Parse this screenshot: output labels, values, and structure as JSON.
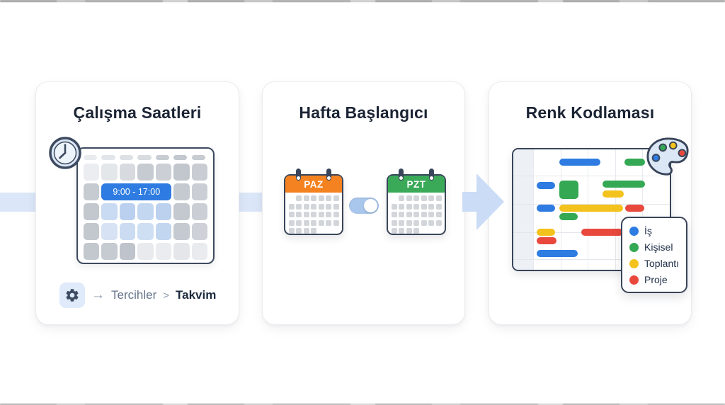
{
  "flow": {
    "band_color": "#dbe7f8",
    "arrow_color": "#cbdcf6"
  },
  "cards": [
    {
      "title": "Çalışma Saatleri",
      "calendar": {
        "event_label": "9:00 - 17:00",
        "event_color": "#2e7ce1",
        "header_pills": [
          "#e9ebee",
          "#e2e5e9",
          "#dde0e4",
          "#d8dbe0",
          "#c8ccd3",
          "#c3c7ce",
          "#c7cbd2"
        ],
        "rows": [
          [
            "#ebedf0",
            "#e4e7ea",
            "#d7dade",
            "#c6cad1",
            "#ccd0d6",
            "#c2c6cd",
            "#c9cdd3"
          ],
          [
            "#c6cad1",
            "EVENT",
            "#c5c9d0",
            "#cbcfd5"
          ],
          [
            "#c3c7ce",
            "#c9dbf2",
            "#bad0ee",
            "#c4d7f0",
            "#bcd1ed",
            "#c4c8cf",
            "#cbced4"
          ],
          [
            "#c3c7ce",
            "#d7e3f5",
            "#cbdcf2",
            "#cfdff3",
            "#c2d6ef",
            "#c5c9d0",
            "#ced1d7"
          ],
          [
            "#c3c7ce",
            "#c6cad1",
            "#bfc3cb",
            "#e8eaed",
            "#eaecef",
            "#e4e6ea",
            "#e9ebee"
          ]
        ]
      },
      "breadcrumb": {
        "arrow": "→",
        "step1": "Tercihler",
        "separator": ">",
        "step2": "Takvim"
      }
    },
    {
      "title": "Hafta Başlangıcı",
      "calendars": [
        {
          "label": "PAZ",
          "header_color": "#f58220",
          "dot_rows": [
            "0111111",
            "1111111",
            "1111111",
            "1111111",
            "1111000"
          ]
        },
        {
          "label": "PZT",
          "header_color": "#3aaa58",
          "dot_rows": [
            "0111111",
            "1111111",
            "1111111",
            "1111111",
            "1111000"
          ]
        }
      ],
      "toggle": {
        "state": "on",
        "track_color": "#a9c7ec",
        "knob_color": "#ffffff"
      }
    },
    {
      "title": "Renk Kodlaması",
      "palette_colors": [
        "#2e7ce1",
        "#34a853",
        "#f3c21c",
        "#e9483d"
      ],
      "legend": [
        {
          "label": "İş",
          "color": "#2e7ce1"
        },
        {
          "label": "Kişisel",
          "color": "#34a853"
        },
        {
          "label": "Toplantı",
          "color": "#f3c21c"
        },
        {
          "label": "Proje",
          "color": "#e9483d"
        }
      ],
      "events": [
        {
          "t": 13,
          "l": 65,
          "w": 58,
          "color": "#2e7ce1"
        },
        {
          "t": 13,
          "l": 157,
          "w": 29,
          "color": "#34a853"
        },
        {
          "t": 46,
          "l": 33,
          "w": 26,
          "color": "#2e7ce1"
        },
        {
          "t": 44,
          "l": 65,
          "w": 27,
          "h": 26,
          "color": "#34a853"
        },
        {
          "t": 44,
          "l": 126,
          "w": 60,
          "color": "#34a853"
        },
        {
          "t": 58,
          "l": 126,
          "w": 30,
          "color": "#f3c21c"
        },
        {
          "t": 78,
          "l": 33,
          "w": 26,
          "color": "#2e7ce1"
        },
        {
          "t": 78,
          "l": 65,
          "w": 90,
          "color": "#f3c21c"
        },
        {
          "t": 78,
          "l": 158,
          "w": 27,
          "color": "#e9483d"
        },
        {
          "t": 90,
          "l": 65,
          "w": 26,
          "color": "#34a853"
        },
        {
          "t": 112,
          "l": 33,
          "w": 26,
          "color": "#f3c21c"
        },
        {
          "t": 112,
          "l": 96,
          "w": 59,
          "color": "#e9483d"
        },
        {
          "t": 124,
          "l": 33,
          "w": 28,
          "color": "#e9483d"
        },
        {
          "t": 142,
          "l": 33,
          "w": 58,
          "color": "#2e7ce1"
        }
      ]
    }
  ]
}
